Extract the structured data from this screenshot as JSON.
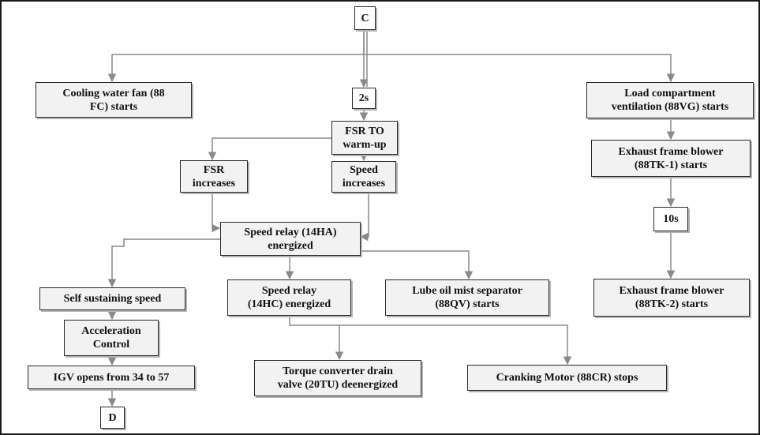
{
  "diagram": {
    "nodes": {
      "C": "C",
      "cooling_fan": "Cooling water fan (88\nFC) starts",
      "delay_2s": "2s",
      "load_vent": "Load compartment\nventilation (88VG) starts",
      "fsr_warmup": "FSR TO\nwarm-up",
      "exhaust_1": "Exhaust frame blower\n(88TK-1) starts",
      "fsr_increases": "FSR\nincreases",
      "speed_increases": "Speed\nincreases",
      "delay_10s": "10s",
      "relay_14ha": "Speed relay (14HA)\nenergized",
      "self_sustaining": "Self sustaining speed",
      "relay_14hc": "Speed relay\n(14HC) energized",
      "lube_oil": "Lube oil mist separator\n(88QV) starts",
      "exhaust_2": "Exhaust frame blower\n(88TK-2) starts",
      "accel_control": "Acceleration\nControl",
      "igv_opens": "IGV opens from 34 to 57",
      "torque_drain": "Torque converter drain\nvalve (20TU) deenergized",
      "cranking_stop": "Cranking Motor (88CR) stops",
      "D": "D"
    },
    "colors": {
      "box_border": "#2a2a2a",
      "box_fill": "#f2f2f2",
      "connector": "#8a8a8a",
      "frame": "#1a1a1a"
    }
  }
}
